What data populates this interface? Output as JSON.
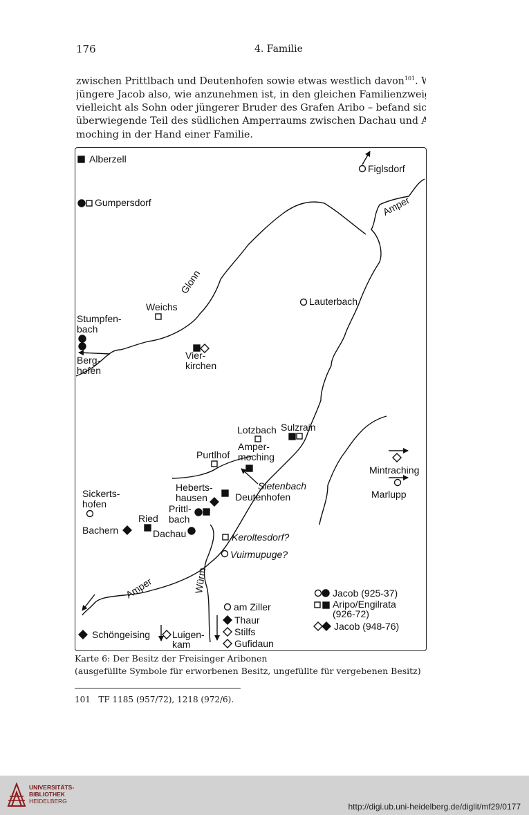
{
  "header": {
    "page_number": "176",
    "chapter": "4. Familie"
  },
  "body_lines": [
    "zwischen Prittlbach und Deutenhofen sowie etwas westlich davon",
    "jüngere Jacob also, wie anzunehmen ist, in den gleichen Familienzweig gehörte –",
    "vielleicht als Sohn oder jüngerer Bruder des Grafen Aribo – befand sich nun der",
    "überwiegende Teil des südlichen Amperraums zwischen Dachau und Amper-",
    "moching in der Hand einer Familie."
  ],
  "footnote_ref": "101",
  "body_line1_tail": ". Wenn dieser",
  "map": {
    "rivers": {
      "amper_top": "Amper",
      "glonn": "Glonn",
      "amper_bottom": "Amper",
      "wuerm": "Würm"
    },
    "places": {
      "alberzell": "Alberzell",
      "figlsdorf": "Figlsdorf",
      "gumpersdorf": "Gumpersdorf",
      "weichs": "Weichs",
      "lauterbach": "Lauterbach",
      "stumpfen_1": "Stumpfen-",
      "stumpfen_2": "bach",
      "berg_1": "Berg-",
      "berg_2": "hofen",
      "vier_1": "Vier-",
      "vier_2": "kirchen",
      "lotzbach": "Lotzbach",
      "sulzrain": "Sulzrain",
      "amper_m_1": "Amper-",
      "amper_m_2": "moching",
      "purtlhof": "Purtlhof",
      "mintraching": "Mintraching",
      "marlupp": "Marlupp",
      "sietenbach": "Sietenbach",
      "sickerts_1": "Sickerts-",
      "sickerts_2": "hofen",
      "heberts_1": "Heberts-",
      "heberts_2": "hausen",
      "deutenhofen": "Deutenhofen",
      "prittl_1": "Prittl-",
      "prittl_2": "bach",
      "ried": "Ried",
      "bachern": "Bachern",
      "dachau": "Dachau",
      "keroltesdorf": "Keroltesdorf?",
      "vuirmupuge": "Vuirmupuge?",
      "am_ziller": "am Ziller",
      "thaur": "Thaur",
      "stilfs": "Stilfs",
      "gufidaun": "Gufidaun",
      "schoengeising": "Schöngeising",
      "luigen_1": "Luigen-",
      "luigen_2": "kam"
    },
    "legend": {
      "jacob_925": "Jacob (925-37)",
      "aripo_1": "Aripo/Engilrata",
      "aripo_2": "(926-72)",
      "jacob_948": "Jacob (948-76)"
    }
  },
  "caption": {
    "line1": "Karte 6: Der Besitz der Freisinger Aribonen",
    "line2": "(ausgefüllte Symbole für erworbenen Besitz, ungefüllte für vergebenen Besitz)"
  },
  "footnote": "101   TF 1185 (957/72), 1218 (972/6).",
  "footer": {
    "logo_line1": "UNIVERSITÄTS-",
    "logo_line2": "BIBLIOTHEK",
    "logo_line3": "HEIDELBERG",
    "url": "http://digi.ub.uni-heidelberg.de/diglit/mf29/0177"
  }
}
